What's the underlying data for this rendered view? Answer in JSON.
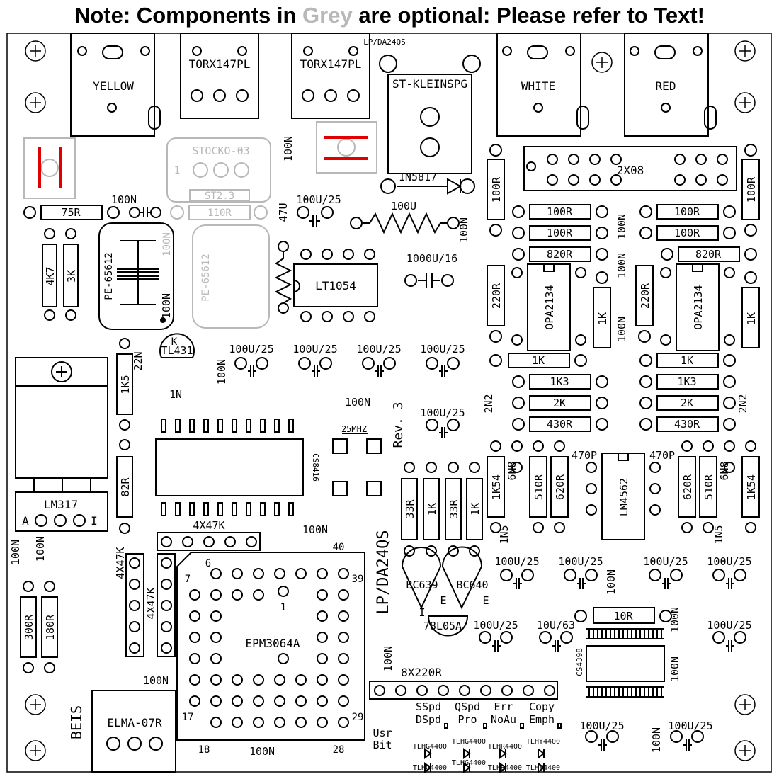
{
  "header": {
    "note_prefix": "Note: Components in ",
    "note_grey": "Grey",
    "note_suffix": " are optional: Please refer to Text!"
  },
  "colors": {
    "ink": "#000000",
    "optional_grey": "#b8b8b8",
    "jumper_red": "#e00000"
  },
  "labels": {
    "yellow": "YELLOW",
    "white": "WHITE",
    "red": "RED",
    "torx1": "TORX147PL",
    "torx2": "TORX147PL",
    "lpda_small": "LP/DA24QS",
    "st_klein": "ST-KLEINSPG",
    "stocko": "STOCKO-03",
    "stocko_pin1": "1",
    "st23": "ST2.3",
    "r110": "110R",
    "ic2x08": "2X08",
    "diode": "1N5817",
    "r75": "75R",
    "c100n_top": "100N",
    "c100u25_top": "100U/25",
    "l100u": "100U",
    "v47u": "47U",
    "c1000u16": "1000U/16",
    "lt1054": "LT1054",
    "pe1": "PE-65612",
    "pe2": "PE-65612",
    "pe_cap": "100N",
    "r4k7": "4K7",
    "r3k": "3K",
    "c100n_pe": "100N",
    "k": "K",
    "tl431": "TL431",
    "c22n": "22N",
    "c1n": "1N",
    "r1k5": "1K5",
    "c100n_tl": "100N",
    "cap_row1": "100U/25",
    "cap_row2": "100U/25",
    "cap_row3": "100U/25",
    "cap_row4": "100U/25",
    "c100n_25": "100N",
    "xtal": "25MHZ",
    "rev": "Rev. 3",
    "cs8416": "CS8416",
    "c100u25_mid": "100U/25",
    "lm317": "LM317",
    "lm317_a": "A",
    "lm317_i": "I",
    "r82": "82R",
    "r4x47k_top": "4X47K",
    "r4x47k_l1": "4X47K",
    "r4x47k_l2": "4X47K",
    "c100n_left1": "100N",
    "c100n_left2": "100N",
    "r300": "300R",
    "r180": "180R",
    "c100n_epm_top": "100N",
    "c100n_epm_bot": "100N",
    "c100n_left3": "100N",
    "epm": "EPM3064A",
    "pin6": "6",
    "pin7": "7",
    "pin39": "39",
    "pin40": "40",
    "pin1": "1",
    "pin17": "17",
    "pin18": "18",
    "pin28": "28",
    "pin29": "29",
    "beis": "BEIS",
    "elma": "ELMA-07R",
    "lpda_big": "LP/DA24QS",
    "r33a": "33R",
    "r1ka": "1K",
    "r33b": "33R",
    "r1kb": "1K",
    "bc639": "BC639",
    "bc640": "BC640",
    "e1": "E",
    "e2": "E",
    "i78": "I",
    "l78l05": "78L05A",
    "c100u25_78": "100U/25",
    "c10u63": "10U/63",
    "c100n_8x": "100N",
    "r8x220": "8X220R",
    "led_top": [
      "SSpd",
      "QSpd",
      "Err",
      "Copy"
    ],
    "led_bot": [
      "DSpd",
      "Pro",
      "NoAu",
      "Emph"
    ],
    "usr": "Usr",
    "bit": "Bit",
    "led_parts_a": [
      "TLHG4400",
      "TLHG4400",
      "TLHR4400",
      "TLHY4400"
    ],
    "led_parts_b": [
      "TLHG4400",
      "TLHG4400",
      "TLHR4400",
      "TLHY4400"
    ],
    "r10": "10R",
    "cs4398": "CS4398",
    "c100n_cs1": "100N",
    "c100n_cs2": "100N",
    "c100u25_br1": "100U/25",
    "c100u25_br2": "100U/25",
    "c100u25_br3": "100U/25",
    "c100n_br": "100N",
    "r100_left_v": "100R",
    "r100_right_v": "100R",
    "r100_a1": "100R",
    "r100_a2": "100R",
    "r820_a": "820R",
    "r100_b1": "100R",
    "r100_b2": "100R",
    "r820_b": "820R",
    "c100n_ra": "100N",
    "c100n_rb": "100N",
    "c100n_lt": "100N",
    "r220_a": "220R",
    "r220_b": "220R",
    "opa_a": "OPA2134",
    "opa_b": "OPA2134",
    "r1k_a": "1K",
    "r1k_b": "1K",
    "r1k_c": "1K",
    "r1k_d": "1K",
    "r1k3_a": "1K3",
    "r1k3_b": "1K3",
    "r2k_a": "2K",
    "r2k_b": "2K",
    "r430_a": "430R",
    "r430_b": "430R",
    "c2n2_a": "2N2",
    "c2n2_b": "2N2",
    "c100n_opa_a": "100N",
    "c100n_opa_b": "100N",
    "r1k54_a": "1K54",
    "r1k54_b": "1K54",
    "c6n8_a": "6N8",
    "c6n8_b": "6N8",
    "r510_a": "510R",
    "r510_b": "510R",
    "r620_a": "620R",
    "r620_b": "620R",
    "c470p_a": "470P",
    "c470p_b": "470P",
    "lm4562": "LM4562",
    "c1n5_a": "1N5",
    "c1n5_b": "1N5",
    "c100u_op1": "100U/25",
    "c100u_op2": "100U/25",
    "c100u_op3": "100U/25",
    "c100u_op4": "100U/25",
    "c100n_op": "100N"
  }
}
